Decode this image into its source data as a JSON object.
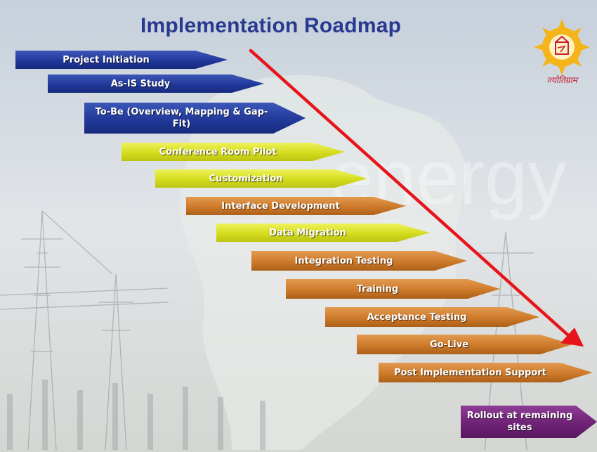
{
  "title": "Implementation Roadmap",
  "logo": {
    "text": "ज्योतिग्राम"
  },
  "colors": {
    "title": "#283a8f",
    "blue": "#22399a",
    "yellow": "#d5dc1e",
    "orange": "#cd7a2a",
    "purple": "#6f2276",
    "trend_arrow": "#e8141b"
  },
  "phases": [
    {
      "label": "Project Initiation",
      "color": "blue"
    },
    {
      "label": "As-IS Study",
      "color": "blue"
    },
    {
      "label": "To-Be (Overview, Mapping & Gap-Fit)",
      "color": "blue"
    },
    {
      "label": "Conference Room Pilot",
      "color": "yellow"
    },
    {
      "label": "Customization",
      "color": "yellow"
    },
    {
      "label": "Interface  Development",
      "color": "orange"
    },
    {
      "label": "Data Migration",
      "color": "yellow"
    },
    {
      "label": "Integration Testing",
      "color": "orange"
    },
    {
      "label": "Training",
      "color": "orange"
    },
    {
      "label": "Acceptance Testing",
      "color": "orange"
    },
    {
      "label": "Go-Live",
      "color": "orange"
    },
    {
      "label": "Post Implementation Support",
      "color": "orange"
    },
    {
      "label": "Rollout at remaining sites",
      "color": "purple"
    }
  ]
}
